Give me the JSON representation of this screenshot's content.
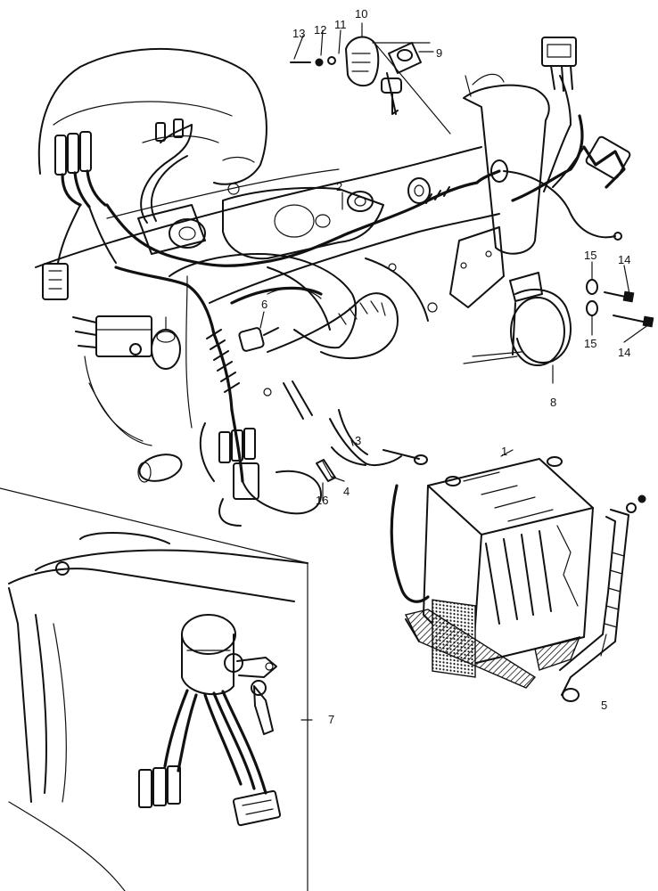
{
  "diagram": {
    "callouts": [
      {
        "id": "battery",
        "text": "1"
      },
      {
        "id": "wire-harness",
        "text": "2"
      },
      {
        "id": "battery-cable-positive",
        "text": "3"
      },
      {
        "id": "battery-cable-negative",
        "text": "4"
      },
      {
        "id": "battery-band",
        "text": "5"
      },
      {
        "id": "connector",
        "text": "6"
      },
      {
        "id": "ignition-switch-assembly",
        "text": "7"
      },
      {
        "id": "horn",
        "text": "8"
      },
      {
        "id": "switch-key-top",
        "text": "9"
      },
      {
        "id": "key-holder",
        "text": "10"
      },
      {
        "id": "washer-11",
        "text": "11"
      },
      {
        "id": "nut-12",
        "text": "12"
      },
      {
        "id": "screw-13",
        "text": "13"
      },
      {
        "id": "bolt-14a",
        "text": "14"
      },
      {
        "id": "bolt-14b",
        "text": "14"
      },
      {
        "id": "washer-15a",
        "text": "15"
      },
      {
        "id": "washer-15b",
        "text": "15"
      },
      {
        "id": "fuse",
        "text": "16"
      }
    ]
  }
}
